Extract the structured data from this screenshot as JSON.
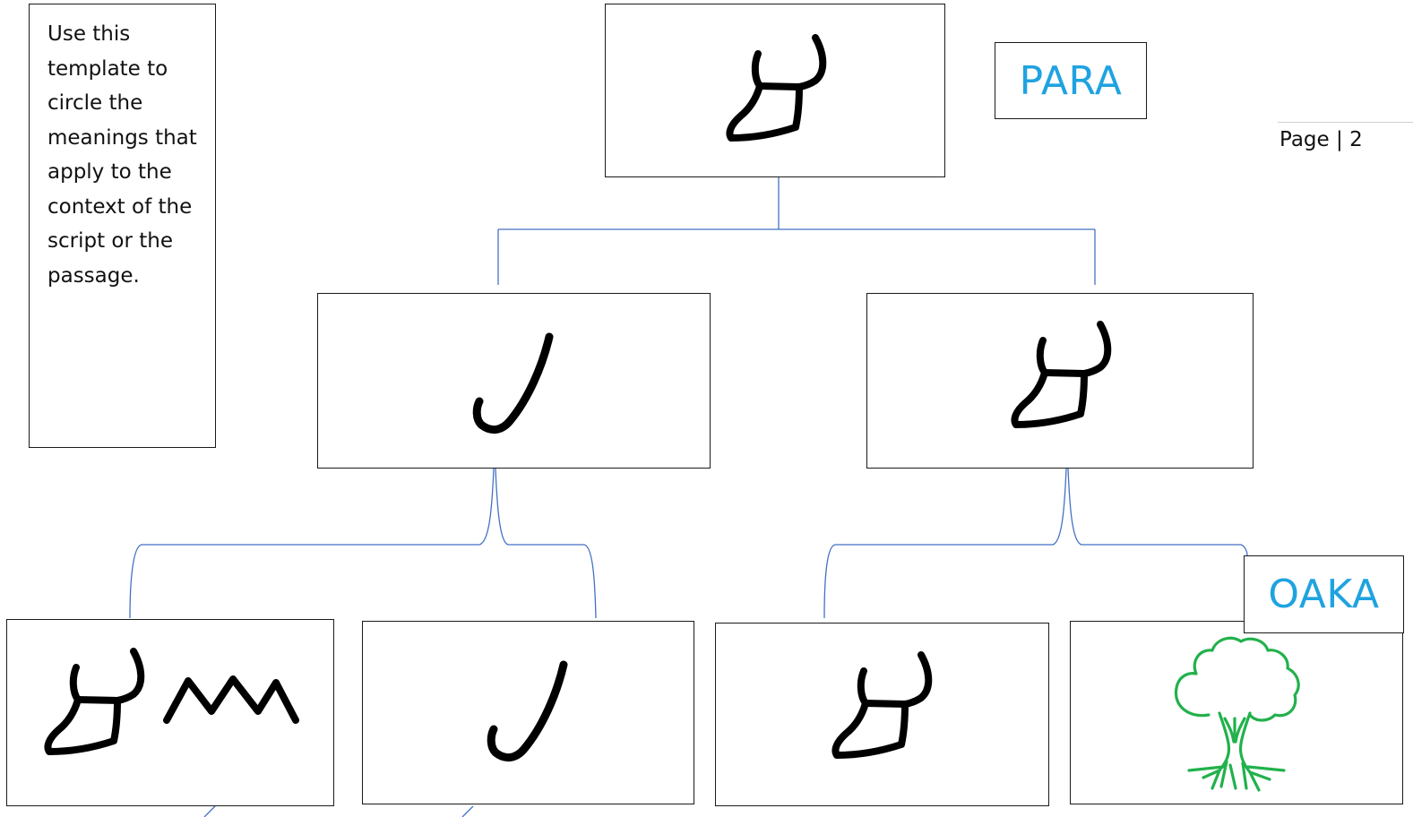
{
  "instructions": {
    "text": "Use this template to circle the meanings that apply to the context of the script or the passage."
  },
  "labels": {
    "root": "PARA",
    "leaf": "OAKA"
  },
  "page": {
    "label": "Page",
    "separator": "|",
    "number": "2"
  },
  "tree": {
    "root": {
      "glyph": "horned-glyph-icon"
    },
    "level2": [
      {
        "glyph": "hook-glyph-icon"
      },
      {
        "glyph": "horned-glyph-icon"
      }
    ],
    "level3": [
      {
        "glyphs": [
          "horned-glyph-icon",
          "zigzag-glyph-icon"
        ]
      },
      {
        "glyph": "hook-glyph-icon"
      },
      {
        "glyph": "horned-glyph-icon"
      },
      {
        "glyph": "tree-icon"
      }
    ]
  },
  "colors": {
    "connector": "#4472c4",
    "label_text": "#1fa3e0",
    "tree_icon": "#22b14c",
    "glyph": "#000000"
  }
}
